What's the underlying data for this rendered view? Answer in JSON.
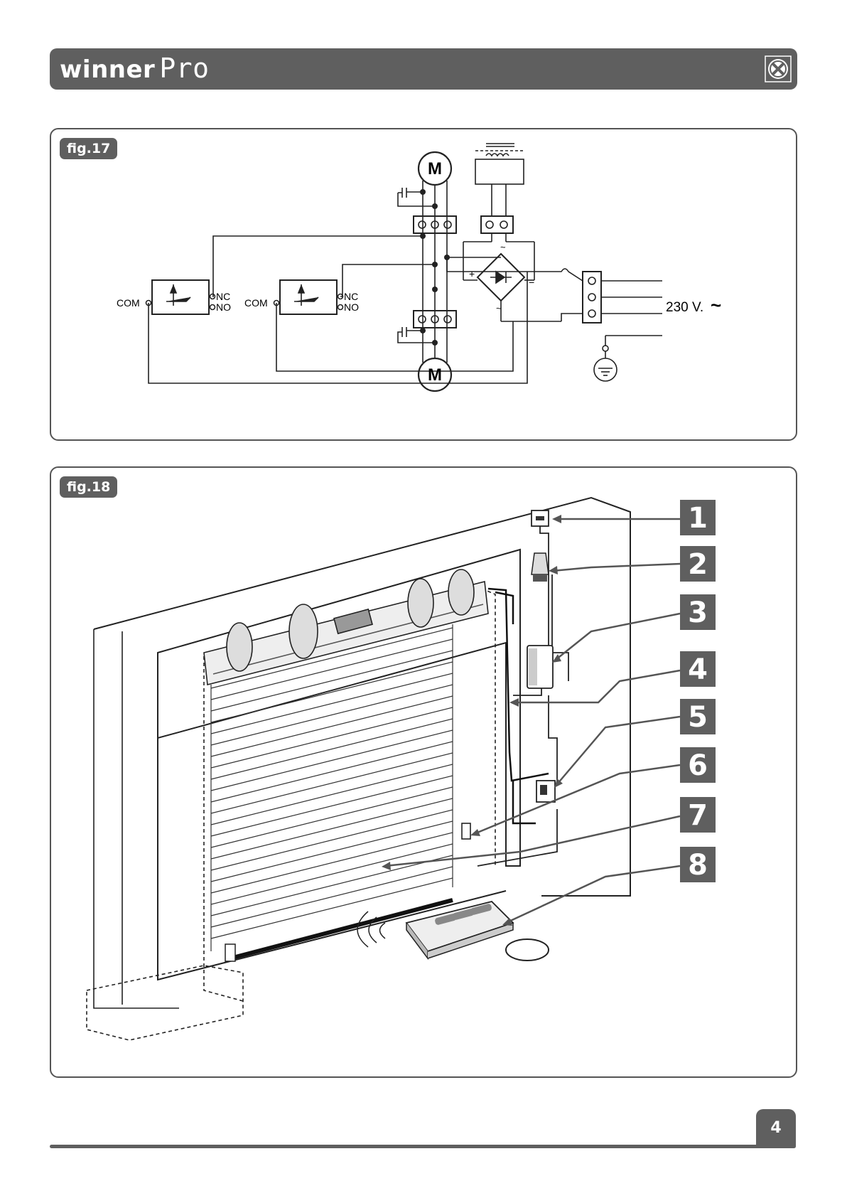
{
  "header": {
    "brand_main": "winner",
    "brand_pro": "Pro"
  },
  "fig17": {
    "label": "fig.17",
    "motor_symbol": "M",
    "com_left": "COM",
    "com_right": "COM",
    "nc": "NC",
    "no": "NO",
    "voltage": "230 V.",
    "ac_symbol": "~",
    "plus": "+",
    "minus": "−",
    "tilde": "~"
  },
  "fig18": {
    "label": "fig.18",
    "callouts": [
      "1",
      "2",
      "3",
      "4",
      "5",
      "6",
      "7",
      "8"
    ]
  },
  "footer": {
    "page_number": "4"
  }
}
